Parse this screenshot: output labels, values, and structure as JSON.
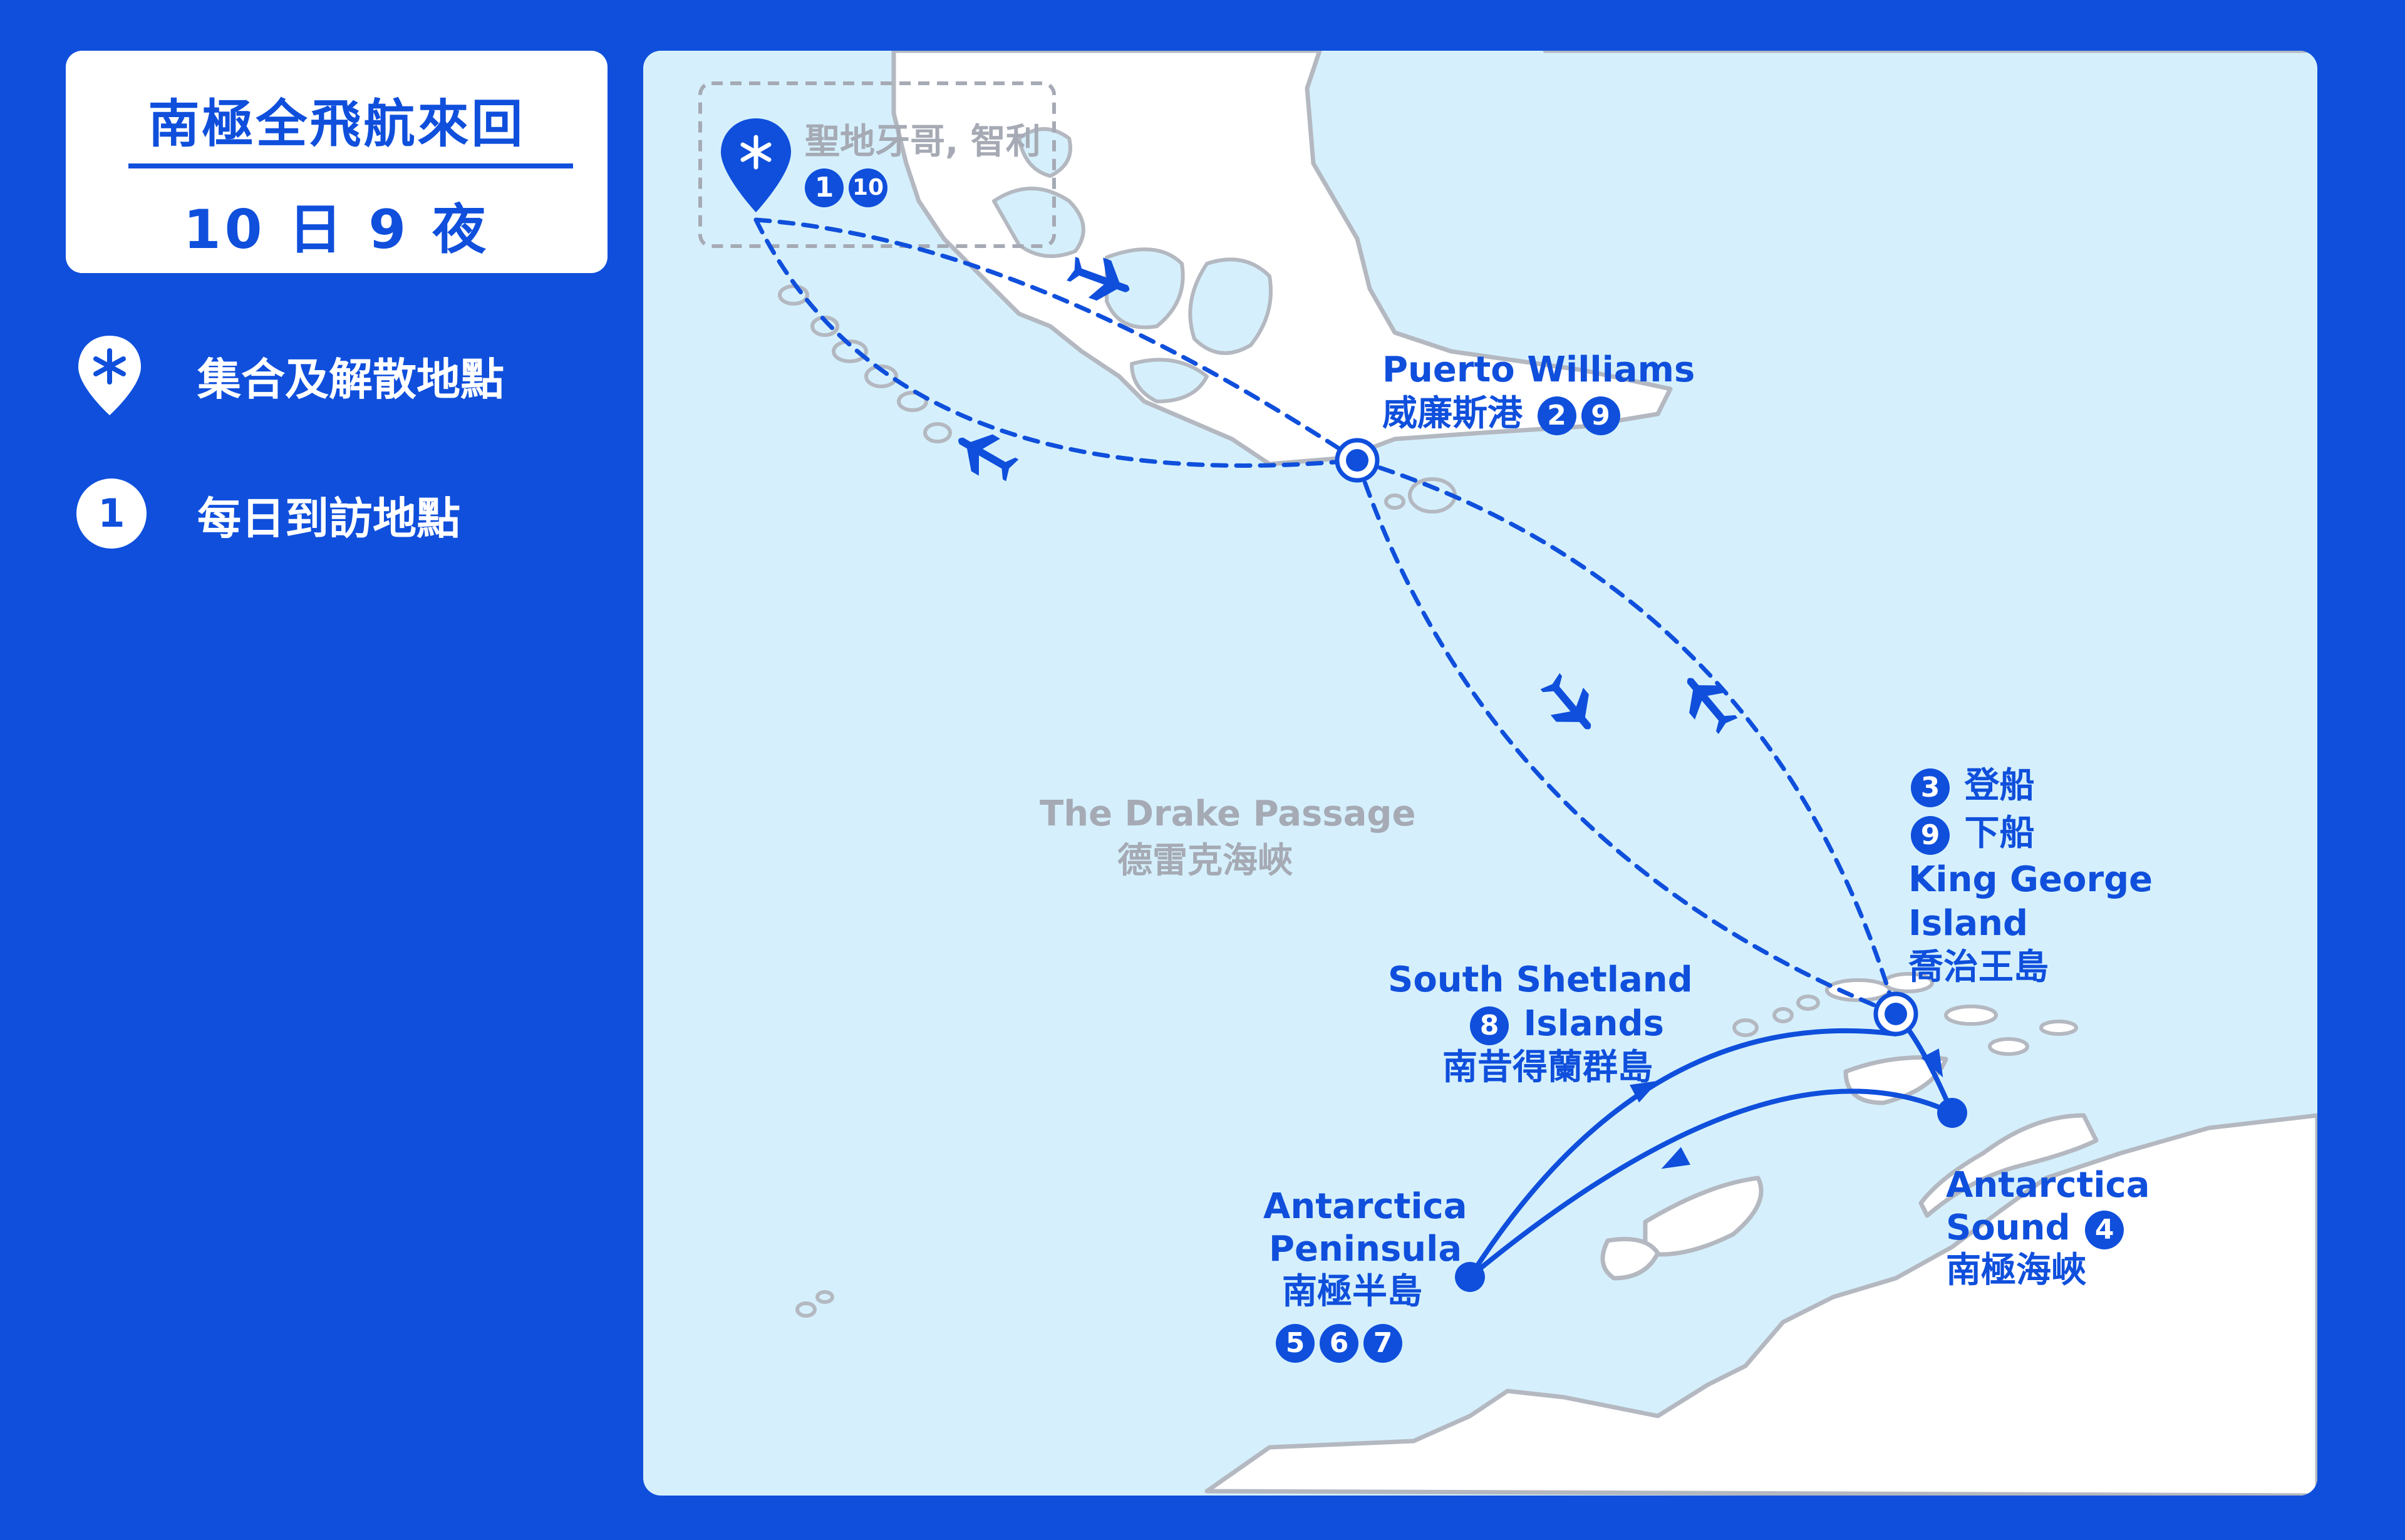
{
  "header": {
    "title": "南極全飛航來回",
    "duration": "10 日 9 夜"
  },
  "legend": {
    "meeting_point_label": "集合及解散地點",
    "meeting_point_icon": "asterisk-pin-icon",
    "daily_stop_label": "每日到訪地點",
    "daily_stop_badge": "1"
  },
  "colors": {
    "brand_blue": "#0f4fdc",
    "sea": "#d5f0fc",
    "land": "#ffffff",
    "coastline": "#b4b8c0",
    "muted_text": "#a5aab4"
  },
  "places": {
    "santiago": {
      "name_zh": "聖地牙哥, 智利",
      "days": [
        "1",
        "10"
      ]
    },
    "puerto_williams": {
      "name_en": "Puerto Williams",
      "name_zh": "威廉斯港",
      "days": [
        "2",
        "9"
      ]
    },
    "drake": {
      "name_en": "The Drake Passage",
      "name_zh": "德雷克海峽"
    },
    "king_george": {
      "embark_day": "3",
      "embark_label": "登船",
      "disembark_day": "9",
      "disembark_label": "下船",
      "name_en_1": "King George",
      "name_en_2": "Island",
      "name_zh": "喬治王島"
    },
    "south_shetland": {
      "name_en_1": "South Shetland",
      "day": "8",
      "name_en_2": "Islands",
      "name_zh": "南昔得蘭群島"
    },
    "antarctica_sound": {
      "name_en_1": "Antarctica",
      "name_en_2": "Sound",
      "day": "4",
      "name_zh": "南極海峽"
    },
    "antarctic_peninsula": {
      "name_en_1": "Antarctica",
      "name_en_2": "Peninsula",
      "name_zh": "南極半島",
      "days": [
        "5",
        "6",
        "7"
      ]
    }
  }
}
